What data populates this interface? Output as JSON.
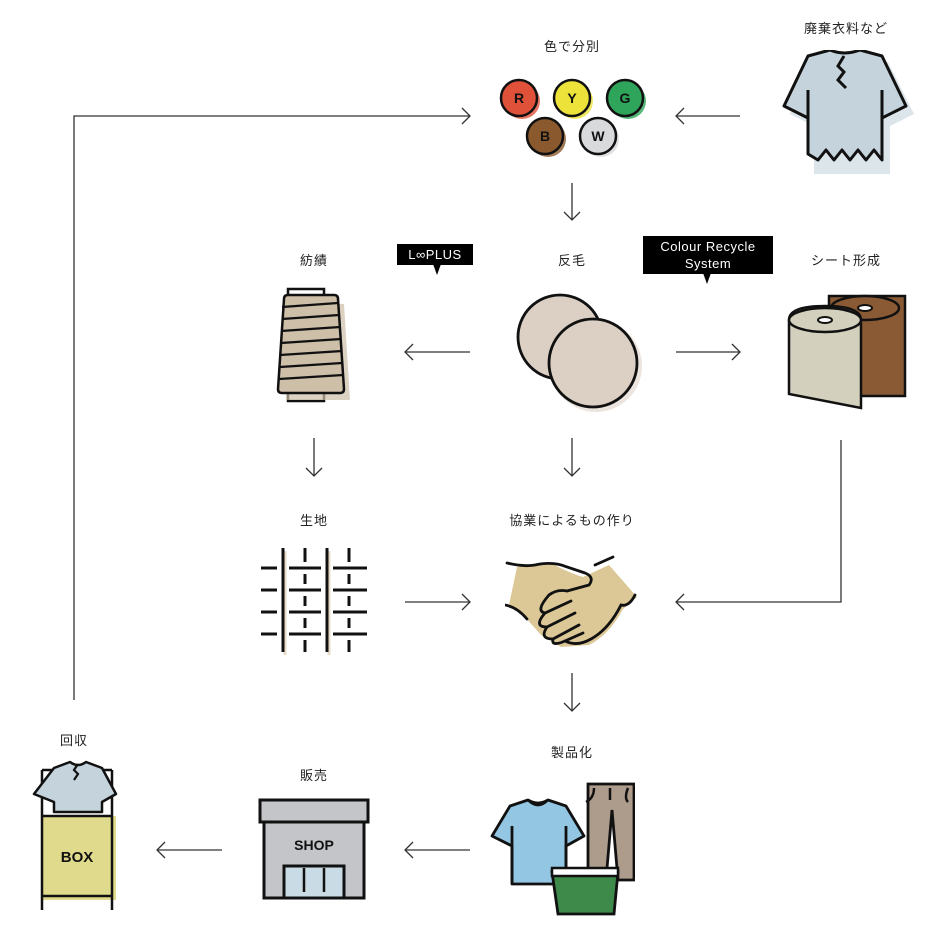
{
  "title": "Colour Recycle Flow",
  "nodes": {
    "sort_by_color": {
      "label": "色で分別",
      "balls": [
        {
          "letter": "R",
          "color": "#e0513a"
        },
        {
          "letter": "Y",
          "color": "#ece23a"
        },
        {
          "letter": "G",
          "color": "#2ea55a"
        },
        {
          "letter": "B",
          "color": "#8a5a2e"
        },
        {
          "letter": "W",
          "color": "#d9dadc"
        }
      ]
    },
    "waste_clothing": {
      "label": "廃棄衣料など",
      "color": "#c5d3dc"
    },
    "spinning": {
      "label": "紡績",
      "color": "#cdbfa8"
    },
    "recycled_wool": {
      "label": "反毛",
      "color": "#dcd0c4"
    },
    "sheet_forming": {
      "label": "シート形成",
      "color_light": "#d3d0bd",
      "color_dark": "#8a5a35"
    },
    "fabric": {
      "label": "生地"
    },
    "collaboration": {
      "label": "協業によるもの作り",
      "color": "#dcc896"
    },
    "productization": {
      "label": "製品化",
      "shirt_color": "#93c6e2",
      "pants_color": "#ad9c8c",
      "basket_color": "#3e8a4a"
    },
    "sales": {
      "label": "販売",
      "sign": "SHOP",
      "color": "#c3c5c8",
      "door_color": "#c9dbe5"
    },
    "collection": {
      "label": "回収",
      "sign": "BOX",
      "color": "#e0db8c",
      "shirt_color": "#c5d3dc"
    }
  },
  "tags": {
    "loop_plus": "L∞PLUS",
    "colour_recycle_line1": "Colour Recycle",
    "colour_recycle_line2": "System"
  }
}
